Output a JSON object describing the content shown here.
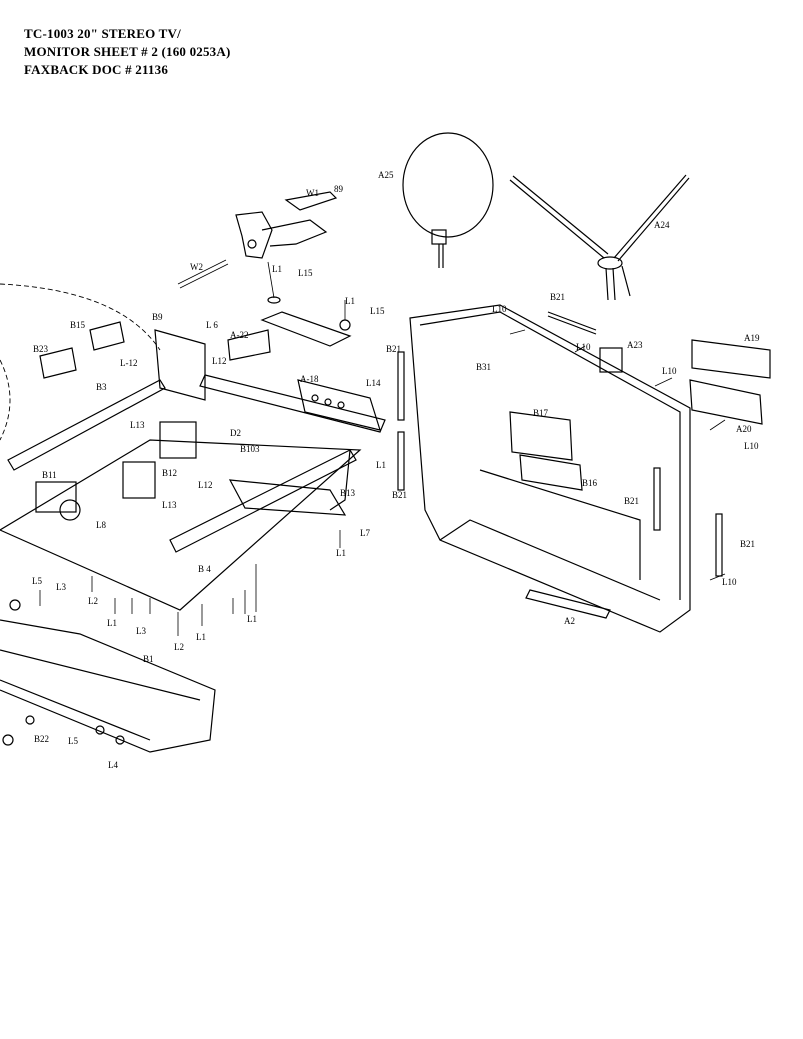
{
  "header": {
    "line1": "TC-1003 20\" STEREO TV/",
    "line2": "MONITOR SHEET # 2  (160  0253A)",
    "line3": "FAXBACK DOC # 21136"
  },
  "labels": {
    "a25": "A25",
    "a24": "A24",
    "a23": "A23",
    "a19": "A19",
    "a20": "A20",
    "a22": "A-22",
    "a18": "A-18",
    "a2": "A2",
    "w1": "W1",
    "w1_89": "89",
    "w2": "W2",
    "b15": "B15",
    "b23": "B23",
    "b3": "B3",
    "b9": "B9",
    "b11": "B11",
    "b12": "B12",
    "b13": "B13",
    "b14": "B 4",
    "b103": "B103",
    "b17": "B17",
    "b16": "B16",
    "b31": "B31",
    "b21_top": "B21",
    "b21_left_top": "B21",
    "b21_left_bot": "B21",
    "b21_mid": "B21",
    "b21_right": "B21",
    "b1": "B1",
    "b22": "B22",
    "d2": "D2",
    "l1_top": "L1",
    "l1_a": "L1",
    "l1_b": "L1",
    "l1_c": "L1",
    "l1_d": "L1",
    "l1_e": "L1",
    "l1_f": "L1",
    "l15_a": "L15",
    "l15_b": "L15",
    "l6": "L 6",
    "l12_a": "L-12",
    "l12_b": "L12",
    "l12_c": "L12",
    "l13_a": "L13",
    "l13_b": "L13",
    "l14": "L14",
    "l10_a": "L10",
    "l10_b": "L10",
    "l10_c": "L10",
    "l10_d": "L10",
    "l10_e": "L10",
    "l7": "L7",
    "l5_a": "L5",
    "l5_b": "L5",
    "l3_a": "L3",
    "l3_b": "L3",
    "l2_a": "L2",
    "l2_b": "L2",
    "l8": "L8",
    "l4": "L4"
  }
}
